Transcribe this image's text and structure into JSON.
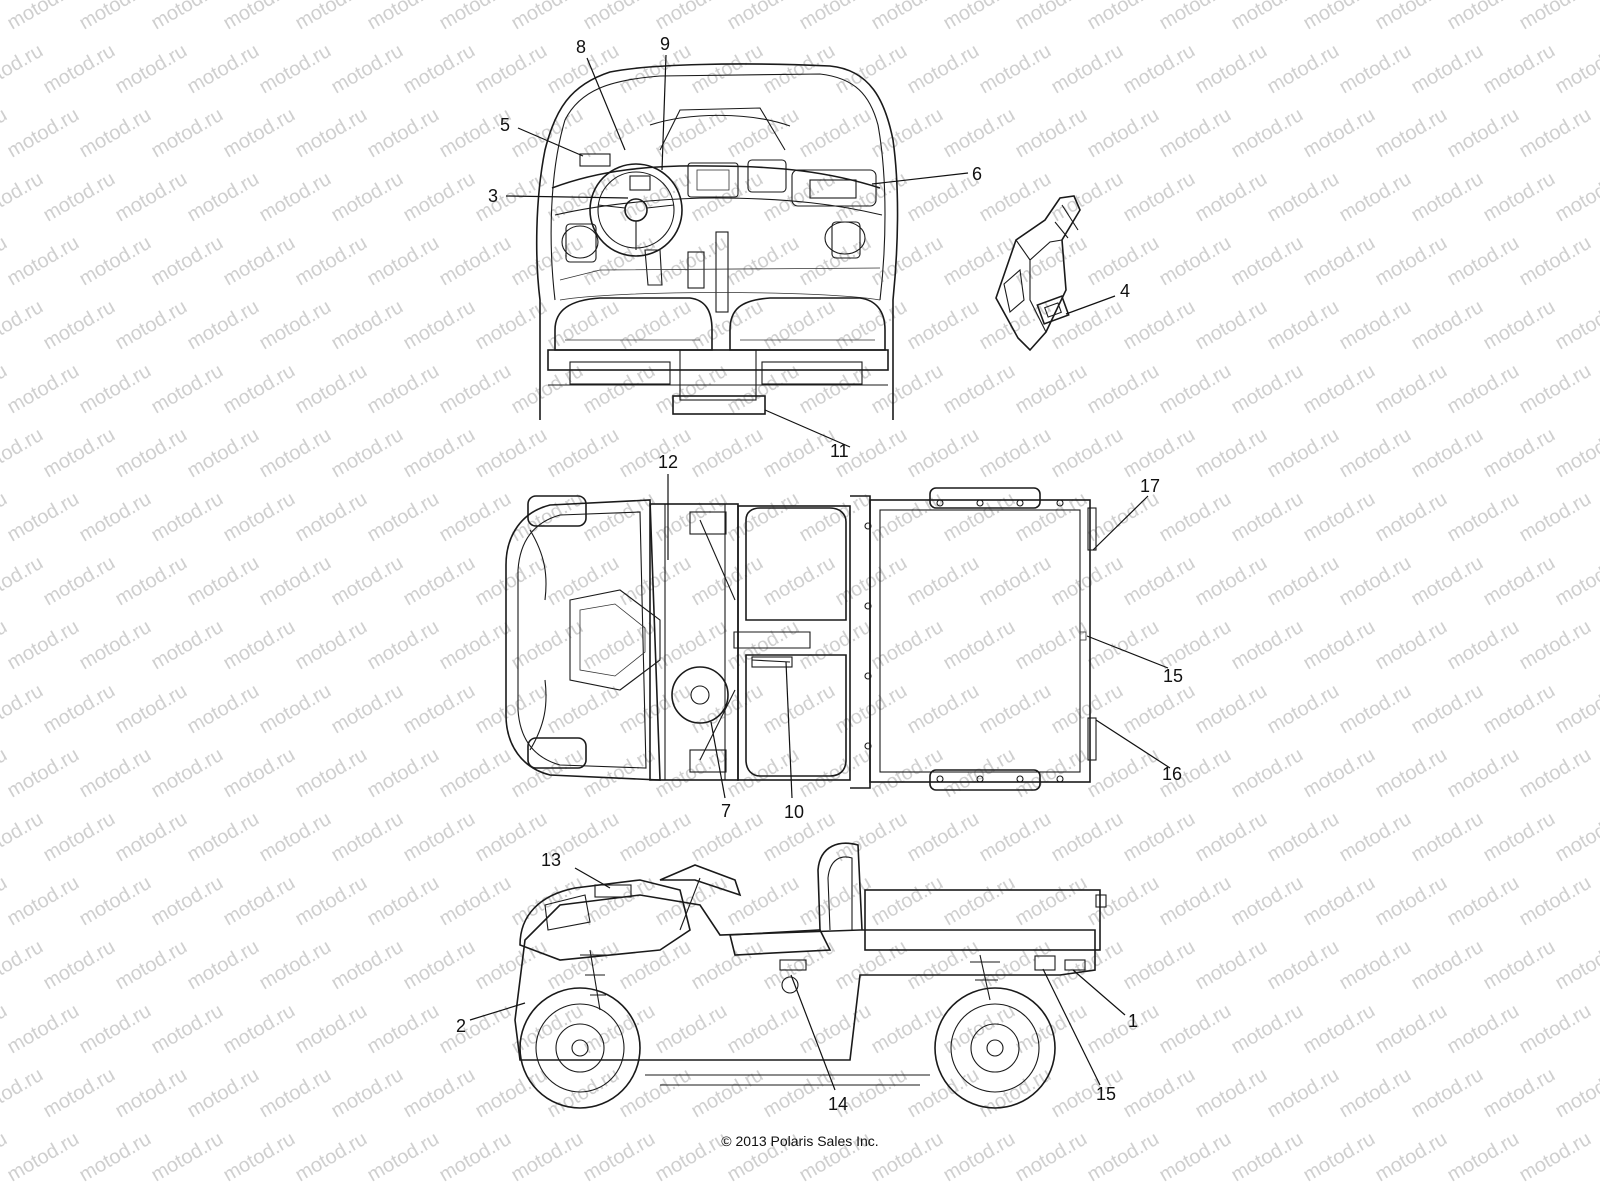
{
  "watermark": "motod.ru",
  "copyright": "© 2013 Polaris Sales Inc.",
  "callouts": {
    "c1": "1",
    "c2": "2",
    "c3": "3",
    "c4": "4",
    "c5": "5",
    "c6": "6",
    "c7": "7",
    "c8": "8",
    "c9": "9",
    "c10": "10",
    "c11": "11",
    "c12": "12",
    "c13": "13",
    "c14": "14",
    "c15a": "15",
    "c15b": "15",
    "c16": "16",
    "c17": "17"
  },
  "colors": {
    "line": "#1a1a1a",
    "watermark": "#cfcfcf",
    "background": "#ffffff"
  }
}
